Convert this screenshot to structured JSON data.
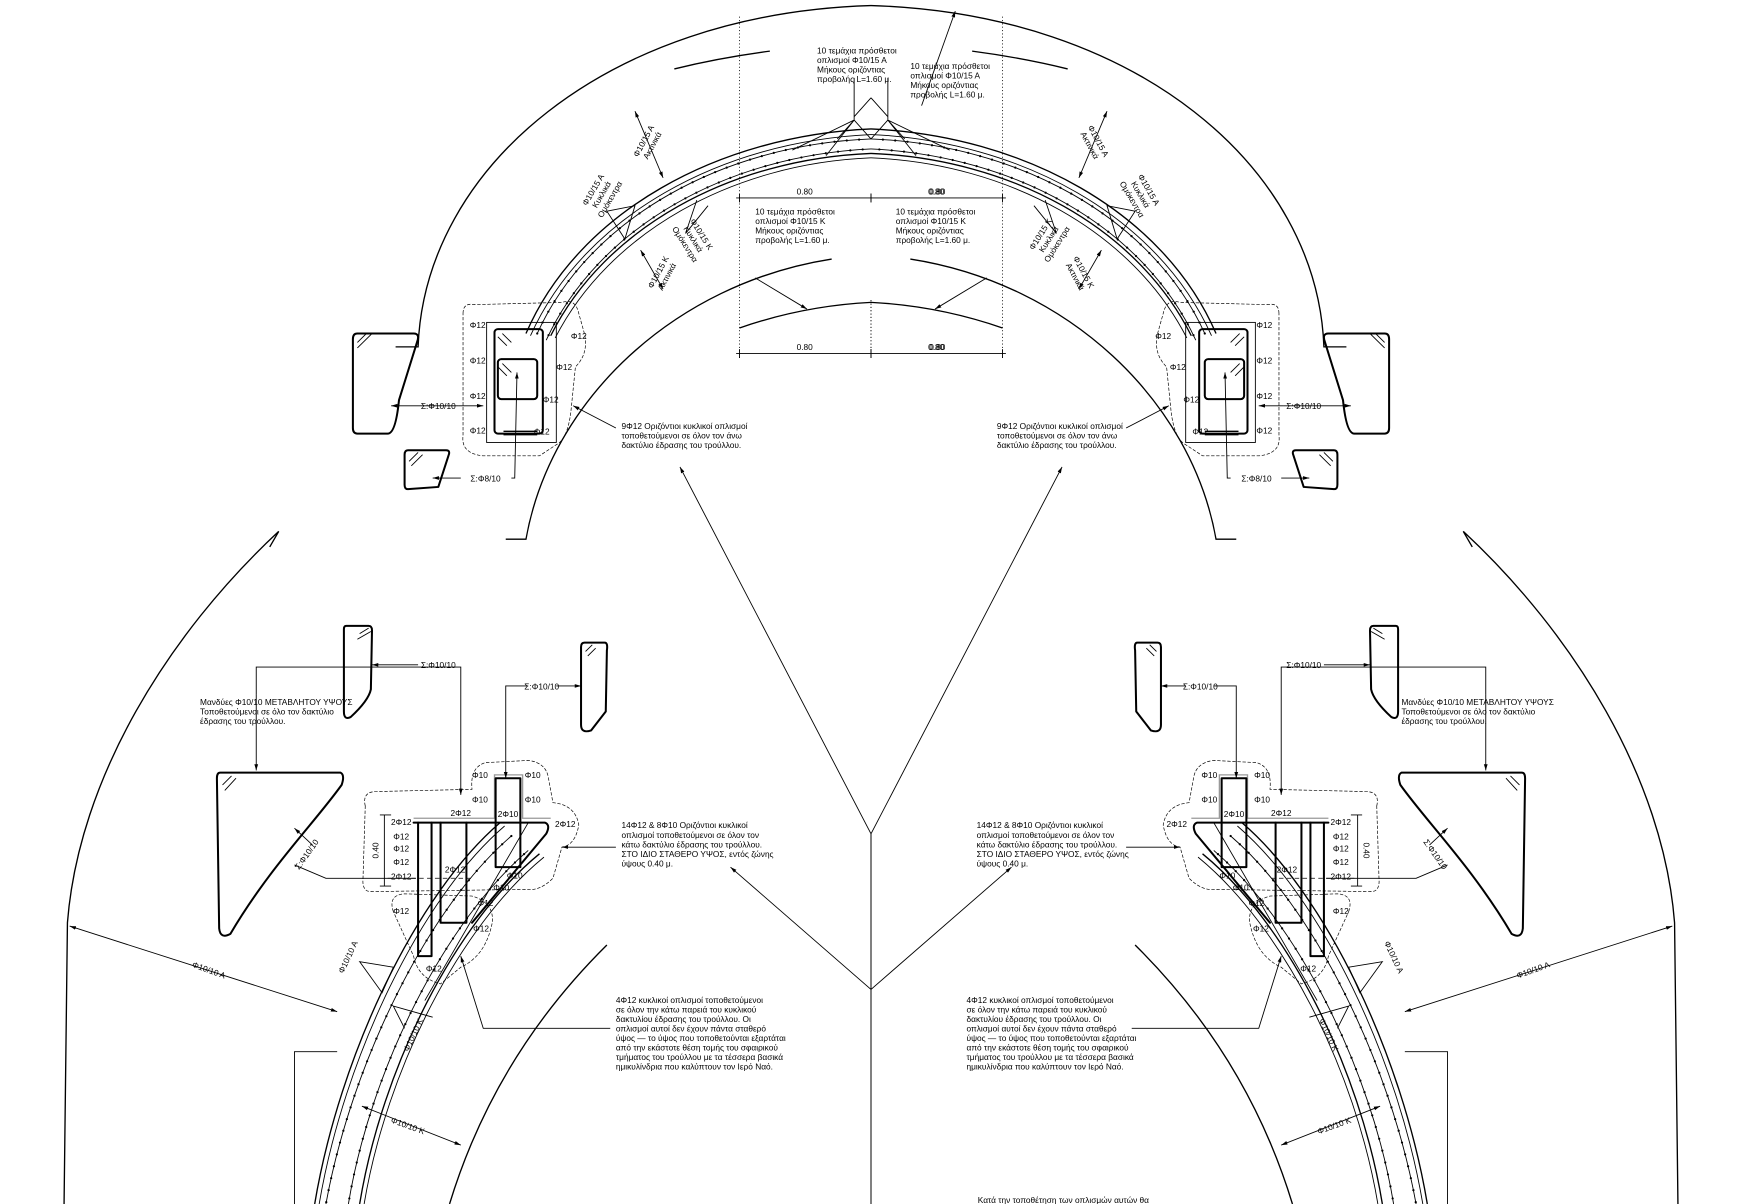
{
  "labels": {
    "phi12": "Φ12",
    "phi10": "Φ10",
    "two_phi12": "2Φ12",
    "two_phi10": "2Φ10",
    "dim_080": "0.80",
    "dim_040": "0.40",
    "stirrup_phi10_10": "Σ:Φ10/10",
    "stirrup_phi8_10": "Σ:Φ8/10",
    "phi10_10_A": "Φ10/10 Α",
    "phi10_10_K": "Φ10/10 Κ"
  },
  "upper_ring": {
    "radial_A": [
      "Φ10/15 Α",
      "Ακτινικά"
    ],
    "circular_A": [
      "Φ10/15 Α",
      "Κυκλικά",
      "Ομόκεντρα"
    ],
    "circular_K": [
      "Φ10/15 Κ",
      "Κυκλικά",
      "Ομόκεντρα"
    ],
    "radial_K": [
      "Φ10/15 Κ",
      "Ακτινικά"
    ],
    "extra_A": [
      "10 τεμάχια πρόσθετοι",
      "οπλισμοί Φ10/15 Α",
      "Μήκους οριζόντιας",
      "προβολής L=1.60 μ."
    ],
    "extra_K": [
      "10 τεμάχια πρόσθετοι",
      "οπλισμοί Φ10/15 Κ",
      "Μήκους οριζόντιας",
      "προβολής L=1.60 μ."
    ],
    "note_9phi12": [
      "9Φ12 Οριζόντιοι κυκλικοί οπλισμοί",
      "τοποθετούμενοι σε όλον τον άνω",
      "δακτύλιο έδρασης του τρούλλου."
    ]
  },
  "lower_ring": {
    "note_jackets": [
      "Μανδύες Φ10/10 ΜΕΤΑΒΛΗΤΟΥ ΥΨΟΥΣ",
      "Τοποθετούμενοι σε όλο τον δακτύλιο",
      "έδρασης του τρούλλου."
    ],
    "note_14phi12": [
      "14Φ12 & 8Φ10 Οριζόντιοι κυκλικοί",
      "οπλισμοί τοποθετούμενοι σε όλον τον",
      "κάτω δακτύλιο έδρασης του τρούλλου.",
      "ΣΤΟ ΙΔΙΟ ΣΤΑΘΕΡΟ ΥΨΟΣ, εντός ζώνης",
      "ύψους 0.40 μ."
    ],
    "note_4phi12": [
      "4Φ12 κυκλικοί οπλισμοί τοποθετούμενοι",
      "σε όλον την κάτω παρειά του κυκλικού",
      "δακτυλίου έδρασης του τρούλλου. Οι",
      "οπλισμοί αυτοί δεν έχουν πάντα σταθερό",
      "ύψος — το ύψος που τοποθετούνται εξαρτάται",
      "από την εκάστοτε θέση τομής του σφαιρικού",
      "τμήματος του τρούλλου με τα τέσσερα βασικά",
      "ημικυλίνδρια που καλύπτουν τον Ιερό Ναό."
    ],
    "note_bottom": "Κατά την τοποθέτηση των οπλισμών αυτών θα"
  }
}
